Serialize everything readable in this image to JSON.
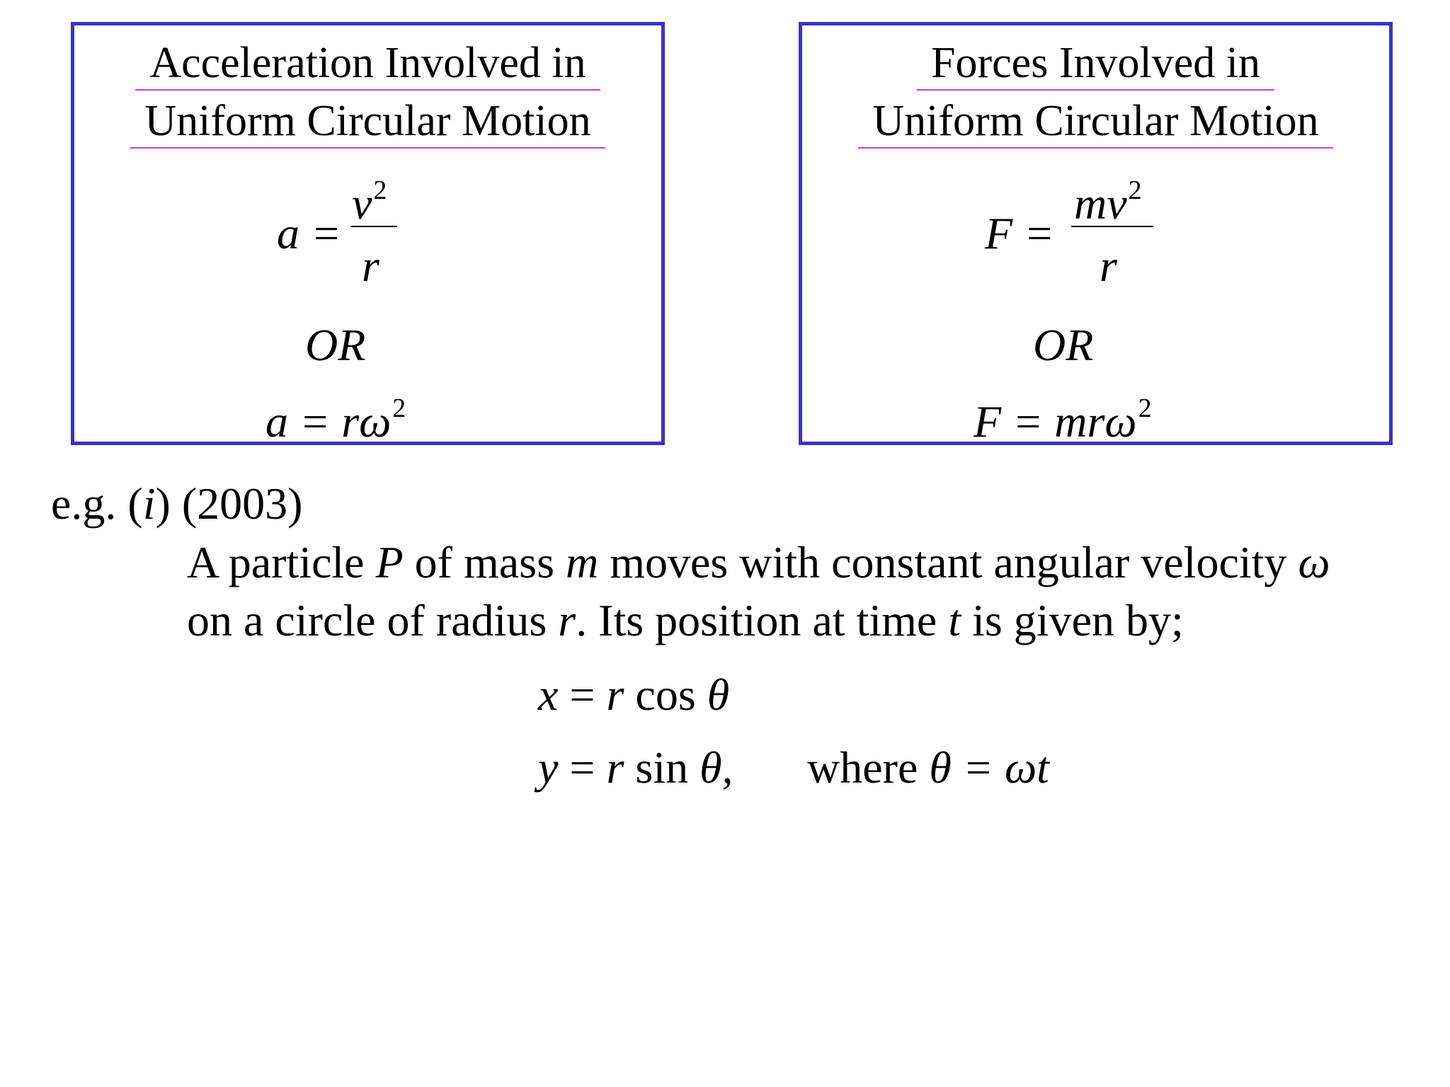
{
  "left_box": {
    "title_line1": "Acceleration Involved in",
    "title_line2": "Uniform Circular Motion",
    "eq1_lhs": "a =",
    "eq1_num": "v",
    "eq1_num_sup": "2",
    "eq1_den": "r",
    "or_label": "OR",
    "eq2": "a = rω",
    "eq2_sup": "2"
  },
  "right_box": {
    "title_line1": "Forces Involved in",
    "title_line2": "Uniform Circular Motion",
    "eq1_lhs": "F =",
    "eq1_num": "mv",
    "eq1_num_sup": "2",
    "eq1_den": "r",
    "or_label": "OR",
    "eq2": "F = mrω",
    "eq2_sup": "2"
  },
  "example": {
    "label_prefix": "e.g. (",
    "label_italic": "i",
    "label_suffix": ") (2003)",
    "line1_a": "A particle ",
    "line1_P": "P",
    "line1_b": " of mass ",
    "line1_m": "m",
    "line1_c": " moves with constant angular velocity ",
    "line1_omega": "ω",
    "line2_a": "on a circle of radius ",
    "line2_r": "r",
    "line2_b": ". Its position at time ",
    "line2_t": "t",
    "line2_c": " is given by;",
    "eqx_var": "x",
    "eqx_mid": " = ",
    "eqx_r": "r",
    "eqx_fn": " cos ",
    "eqx_theta": "θ",
    "eqy_var": "y",
    "eqy_mid": " = ",
    "eqy_r": "r",
    "eqy_fn": " sin ",
    "eqy_theta": "θ,",
    "where_word": "where ",
    "where_eq": "θ = ωt"
  }
}
